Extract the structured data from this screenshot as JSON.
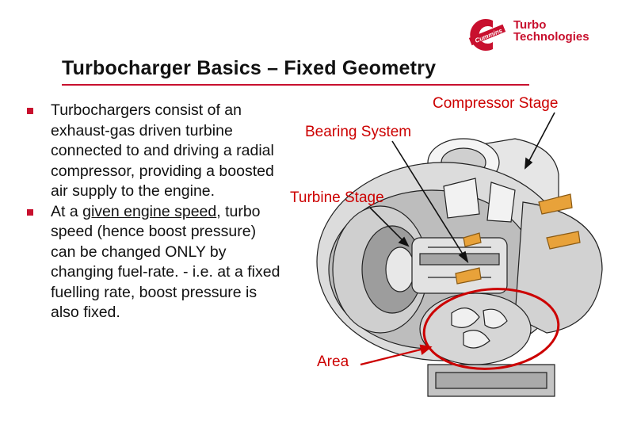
{
  "logo": {
    "brand_icon": "cummins-c-logo",
    "brand_text": "Cummins",
    "line1": "Turbo",
    "line2": "Technologies",
    "color": "#c8102e"
  },
  "title": "Turbocharger Basics – Fixed Geometry",
  "bullets": [
    {
      "text": "Turbochargers consist of an exhaust-gas driven turbine connected to and driving a radial compressor, providing a boosted air supply to the engine."
    },
    {
      "prefix": "At a ",
      "underlined": "given engine speed",
      "suffix": ", turbo speed  (hence boost pressure) can be changed ONLY by changing fuel-rate.  - i.e. at a fixed fuelling rate, boost pressure is also fixed."
    }
  ],
  "labels": {
    "compressor": "Compressor Stage",
    "bearing": "Bearing System",
    "turbine": "Turbine Stage",
    "area": "Area"
  },
  "colors": {
    "accent": "#c8102e",
    "label": "#cc0000"
  }
}
